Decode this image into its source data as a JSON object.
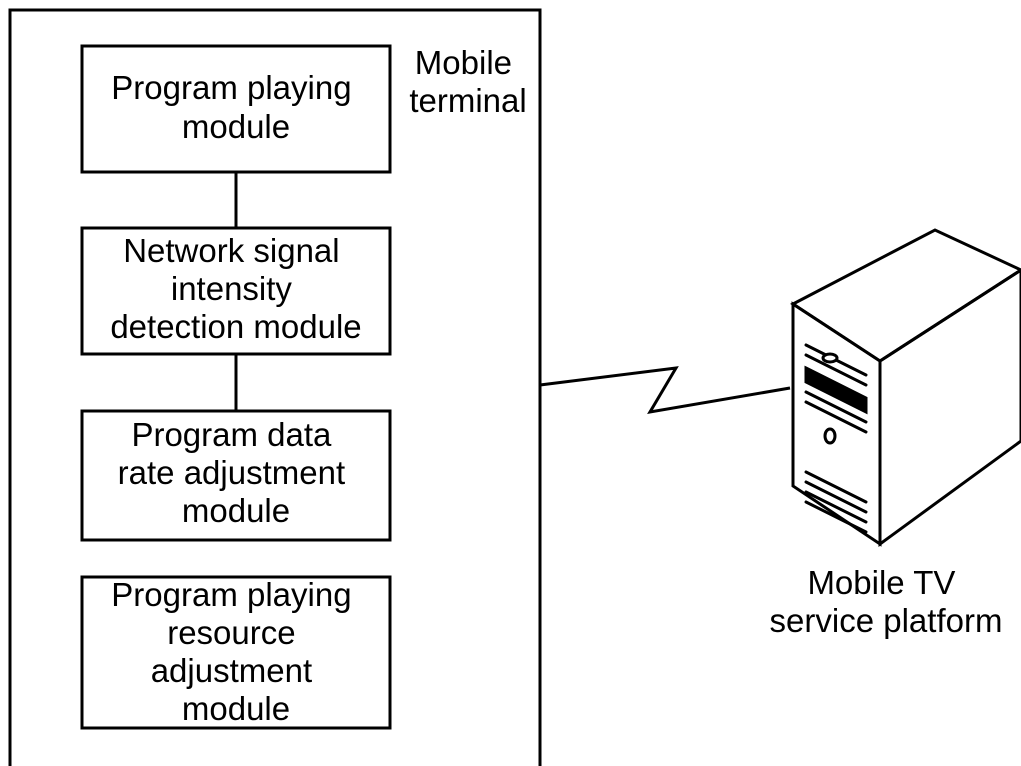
{
  "terminal": {
    "label_lines": [
      "Mobile",
      "terminal"
    ]
  },
  "modules": [
    {
      "lines": [
        "Program playing",
        "module"
      ]
    },
    {
      "lines": [
        "Network signal",
        "intensity",
        "detection module"
      ]
    },
    {
      "lines": [
        "Program data",
        "rate adjustment",
        "module"
      ]
    },
    {
      "lines": [
        "Program playing",
        "resource",
        "adjustment",
        "module"
      ]
    }
  ],
  "platform": {
    "label_lines": [
      "Mobile TV",
      "service platform"
    ]
  }
}
